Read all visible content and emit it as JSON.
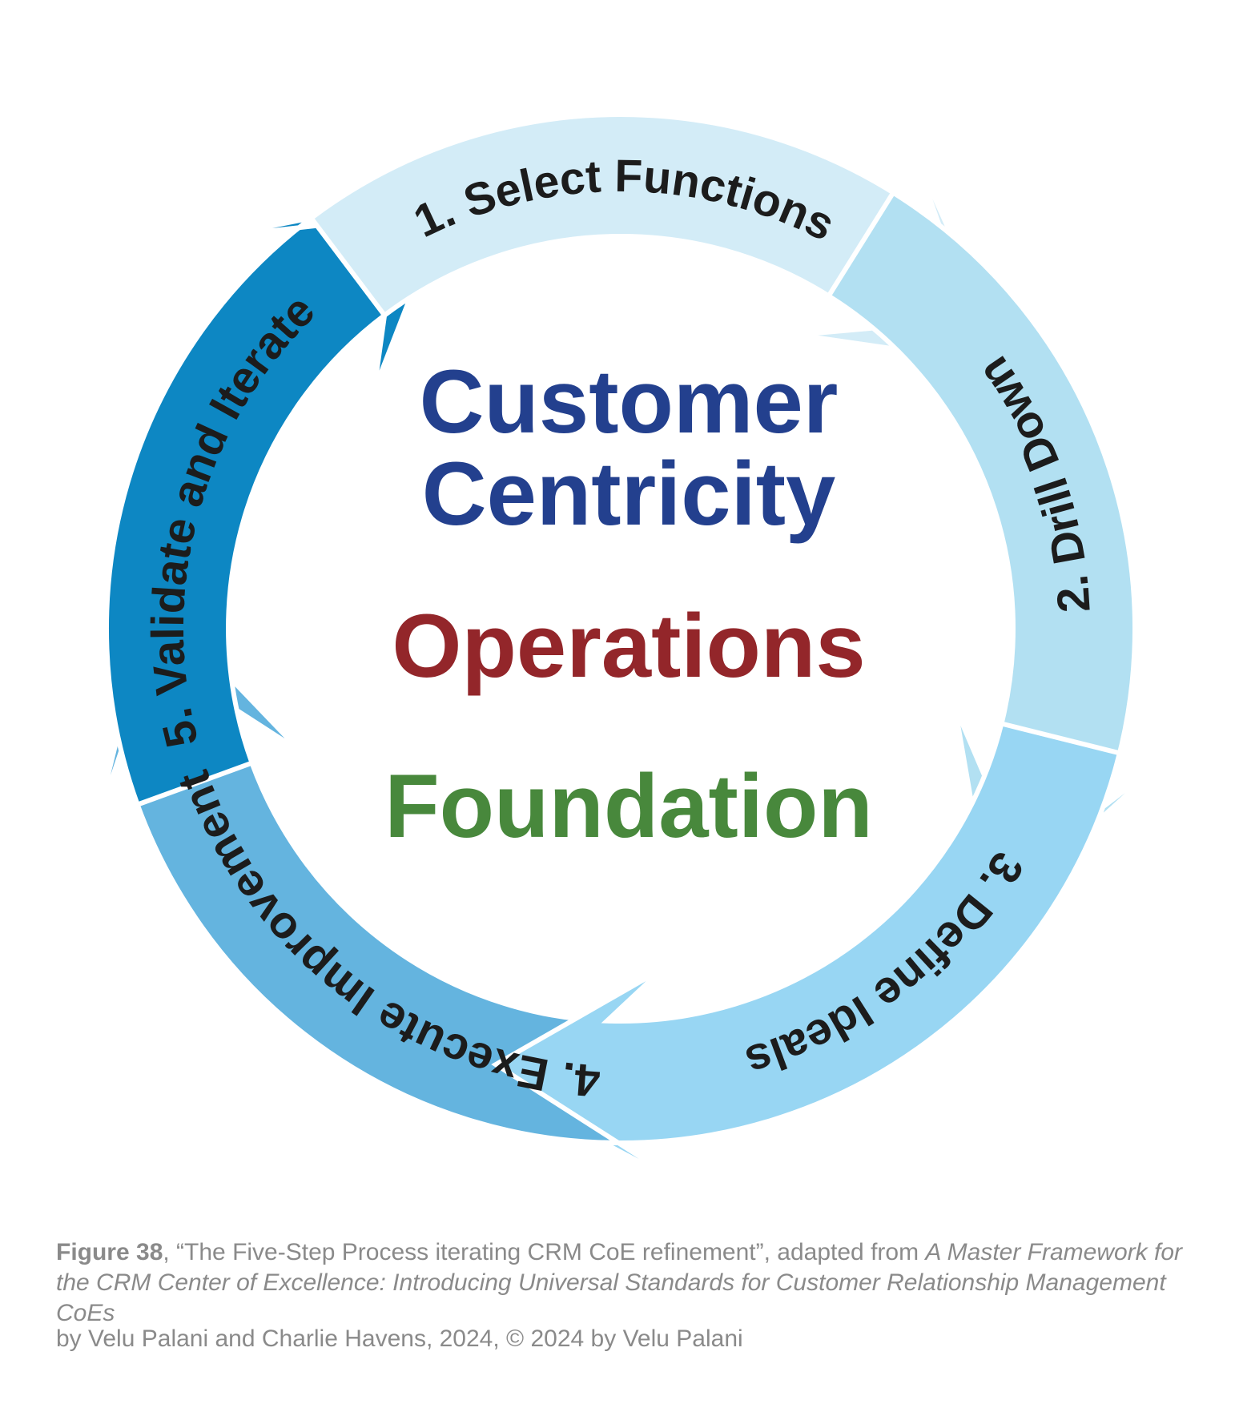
{
  "diagram": {
    "steps": [
      {
        "label": "1. Select Functions",
        "color": "#d3ecf7"
      },
      {
        "label": "2. Drill Down",
        "color": "#b2e0f2"
      },
      {
        "label": "3. Define Ideals",
        "color": "#98d6f3"
      },
      {
        "label": "4. Execute Improvement",
        "color": "#64b4df"
      },
      {
        "label": "5. Validate and Iterate",
        "color": "#0d87c3"
      }
    ],
    "center": {
      "line1": "Customer",
      "line2": "Centricity",
      "line3": "Operations",
      "line4": "Foundation",
      "color_customer": "#23408e",
      "color_operations": "#93262a",
      "color_foundation": "#48883c"
    }
  },
  "caption": {
    "figure_number": "Figure 38",
    "text_part1": ", “The Five-Step Process iterating CRM CoE refinement”, adapted from ",
    "source_title": "A Master Framework for the CRM Center of Excellence: Introducing Universal Standards for Customer Relationship Management CoEs",
    "credit": "by Velu Palani and Charlie Havens, 2024, © 2024 by Velu Palani"
  }
}
